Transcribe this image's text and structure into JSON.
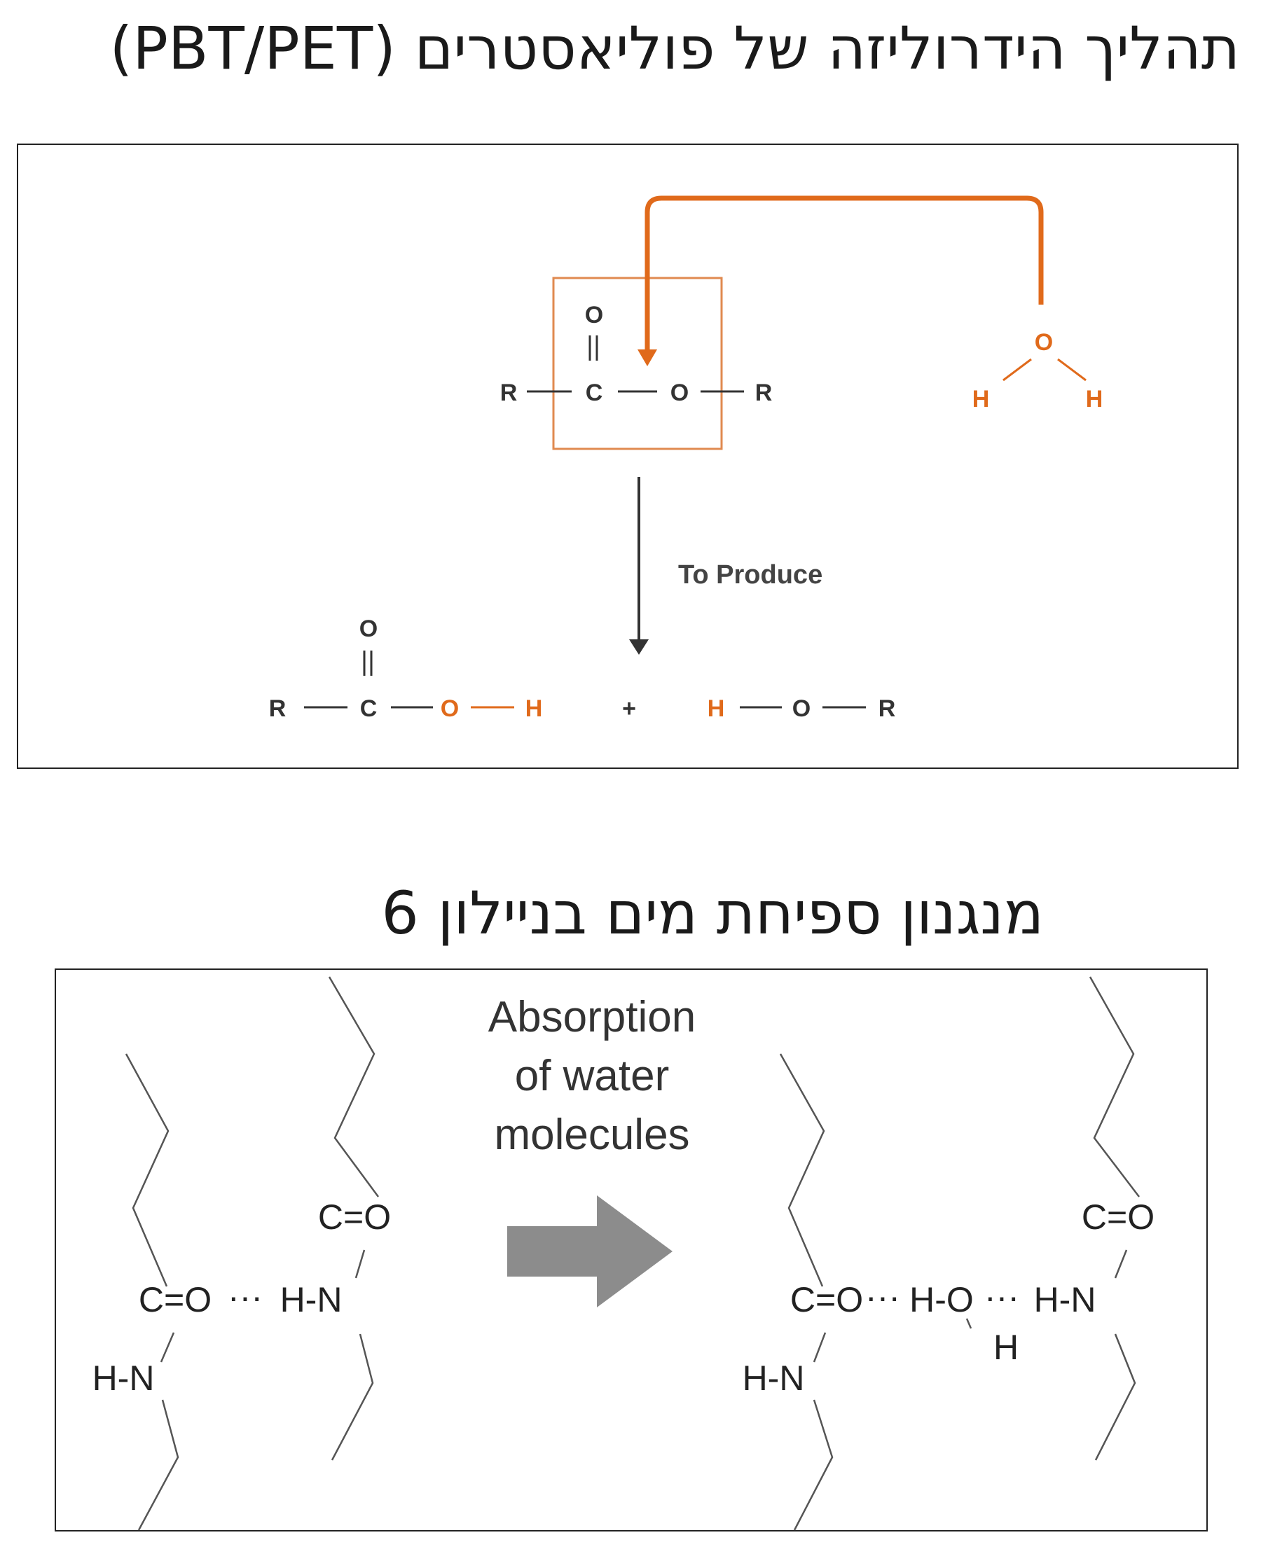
{
  "titles": {
    "polyester": "תהליך הידרוליזה של פוליאסטרים (PBT/PET)",
    "nylon": "מנגנון ספיחת מים בניילון 6"
  },
  "colors": {
    "accent": "#e06a1b",
    "ink": "#333333",
    "arrow_gray": "#8c8c8c"
  },
  "hydrolysis": {
    "ester": {
      "r_left": "R",
      "carbon": "C",
      "carbonyl_o": "O",
      "ester_o": "O",
      "r_right": "R"
    },
    "water": {
      "o": "O",
      "h_left": "H",
      "h_right": "H"
    },
    "arrow_label": "To Produce",
    "acid": {
      "r": "R",
      "carbon": "C",
      "carbonyl_o": "O",
      "o": "O",
      "h": "H"
    },
    "plus": "+",
    "alcohol": {
      "h": "H",
      "o": "O",
      "r": "R"
    }
  },
  "nylon": {
    "absorption_lines": [
      "Absorption",
      "of water",
      "molecules"
    ],
    "left": {
      "co_top": "C=O",
      "co_bond": "C=O",
      "dots": "···",
      "hn_bond": "H-N",
      "hn_bottom": "H-N"
    },
    "right": {
      "co_top": "C=O",
      "co_bond": "C=O",
      "dots1": "···",
      "h_o": "H-O",
      "dots2": "···",
      "hn_bond": "H-N",
      "h_below": "H",
      "hn_bottom": "H-N"
    }
  }
}
